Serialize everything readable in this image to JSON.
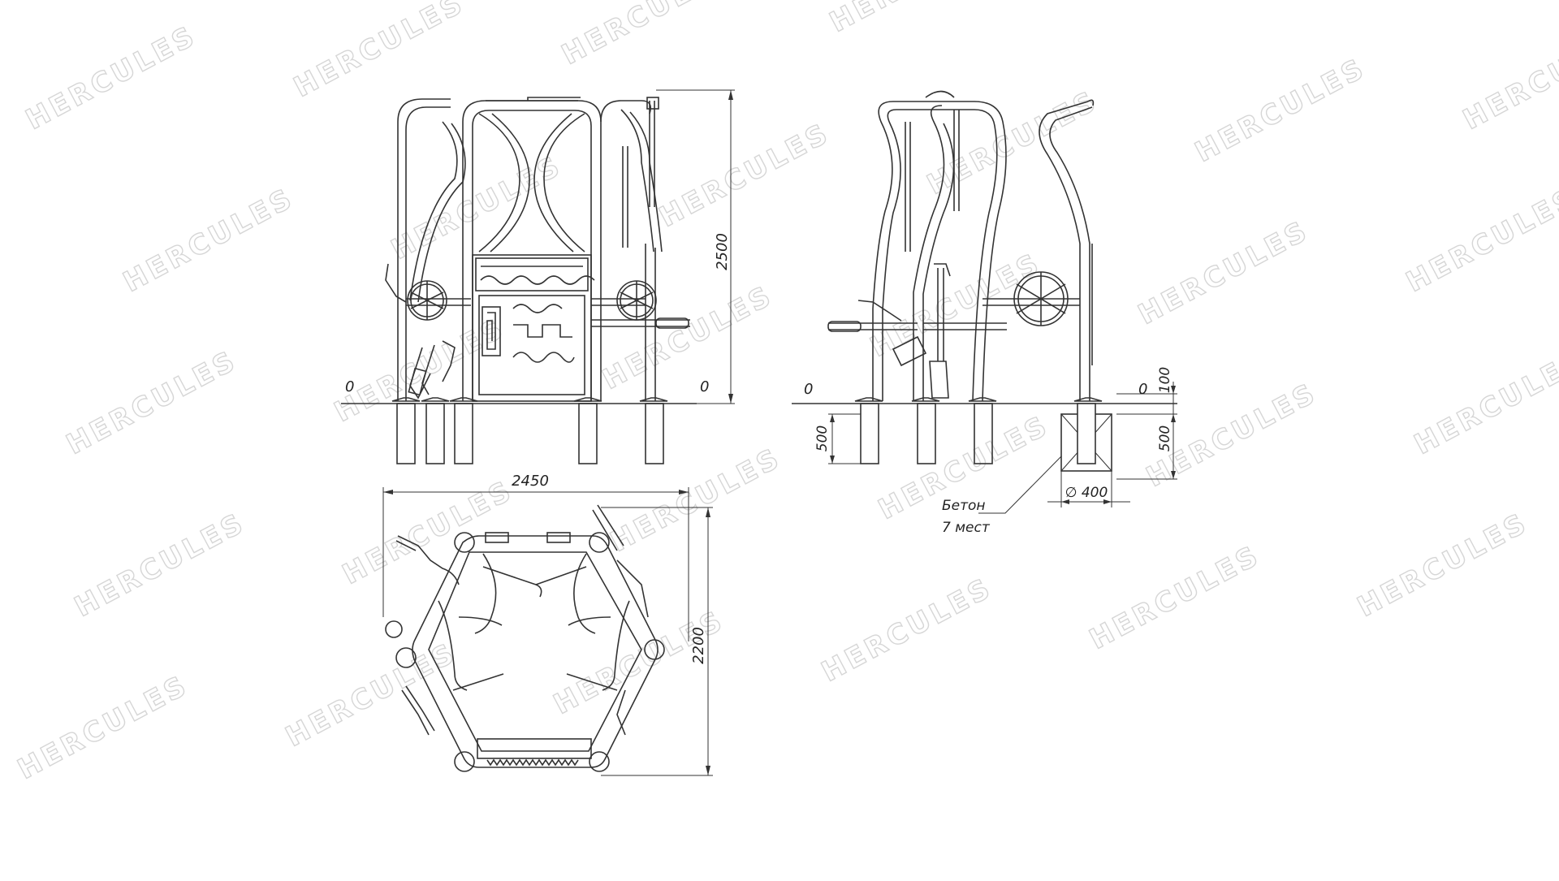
{
  "watermark": {
    "text": "HERCULES",
    "color": "#d6d6d6"
  },
  "front_view": {
    "level_left": "0",
    "level_right": "0",
    "height_dim": "2500"
  },
  "side_view": {
    "level_left": "0",
    "level_right": "0",
    "dim_100": "100",
    "dim_500_left": "500",
    "dim_500_right": "500",
    "diameter": "∅ 400",
    "note_line1": "Бетон",
    "note_line2": "7 мест"
  },
  "top_view": {
    "width_dim": "2450",
    "depth_dim": "2200"
  },
  "colors": {
    "line": "#333333",
    "background": "#ffffff"
  }
}
